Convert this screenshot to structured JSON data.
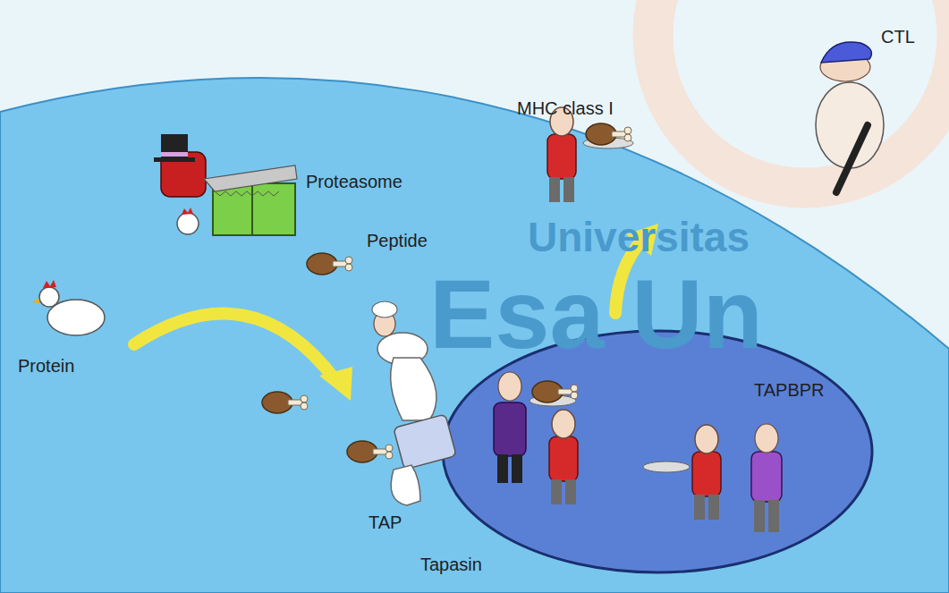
{
  "diagram": {
    "labels": [
      "CTL",
      "MHC class I",
      "Proteasome",
      "Peptide",
      "Protein",
      "TAPBPR",
      "TAP",
      "Tapasin",
      "Universitas",
      "Esa Un"
    ]
  }
}
